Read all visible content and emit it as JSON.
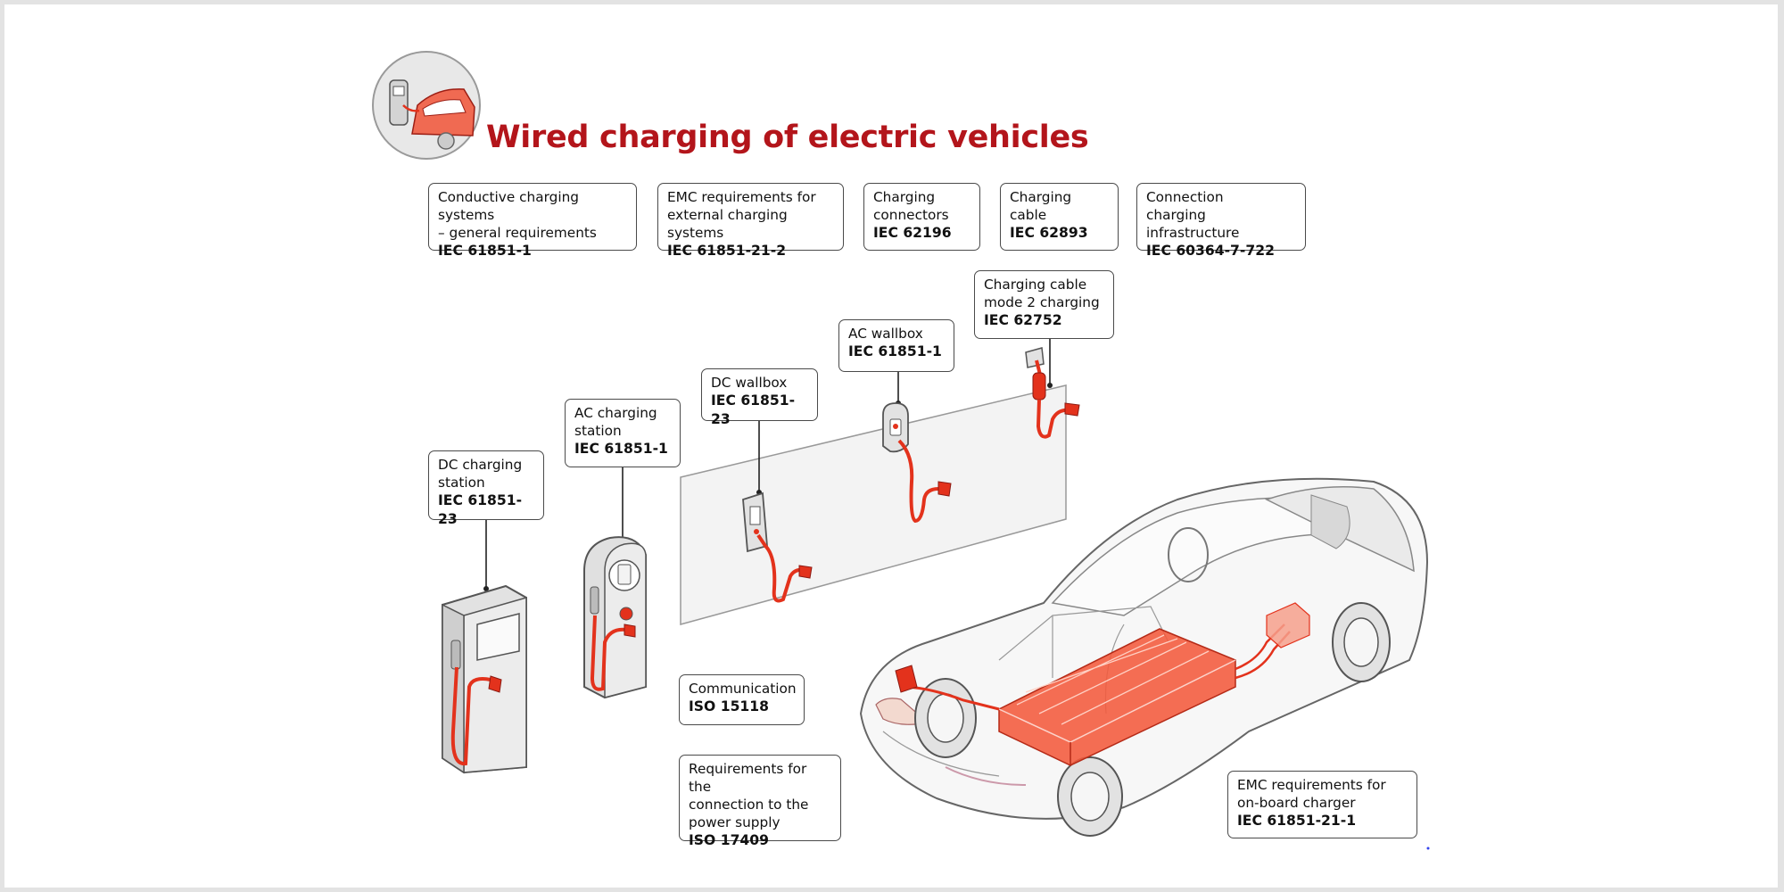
{
  "title": "Wired charging of electric vehicles",
  "colors": {
    "accent": "#b3151b",
    "cable": "#e3321c",
    "outline": "#555555",
    "device_fill": "#e6e6e6"
  },
  "labels": {
    "conductive": {
      "desc": "Conductive charging systems\n– general requirements",
      "code": "IEC 61851-1"
    },
    "emc_external": {
      "desc": "EMC requirements for\nexternal charging systems",
      "code": "IEC 61851-21-2"
    },
    "connectors": {
      "desc": "Charging\nconnectors",
      "code": "IEC 62196"
    },
    "cable": {
      "desc": "Charging cable",
      "code": "IEC 62893"
    },
    "connection_infra": {
      "desc": "Connection\ncharging infrastructure",
      "code": "IEC 60364-7-722"
    },
    "mode2_cable": {
      "desc": "Charging cable\nmode 2 charging",
      "code": "IEC 62752"
    },
    "ac_wallbox": {
      "desc": "AC wallbox",
      "code": "IEC 61851-1"
    },
    "dc_wallbox": {
      "desc": "DC wallbox",
      "code": "IEC 61851-23"
    },
    "ac_station": {
      "desc": "AC charging\nstation",
      "code": "IEC 61851-1"
    },
    "dc_station": {
      "desc": "DC charging\nstation",
      "code": "IEC 61851-23"
    },
    "communication": {
      "desc": "Communication",
      "code": "ISO 15118"
    },
    "power_supply": {
      "desc": "Requirements for the\nconnection to the\npower supply",
      "code": "ISO 17409"
    },
    "emc_onboard": {
      "desc": "EMC requirements for\non-board charger",
      "code": "IEC 61851-21-1"
    }
  }
}
